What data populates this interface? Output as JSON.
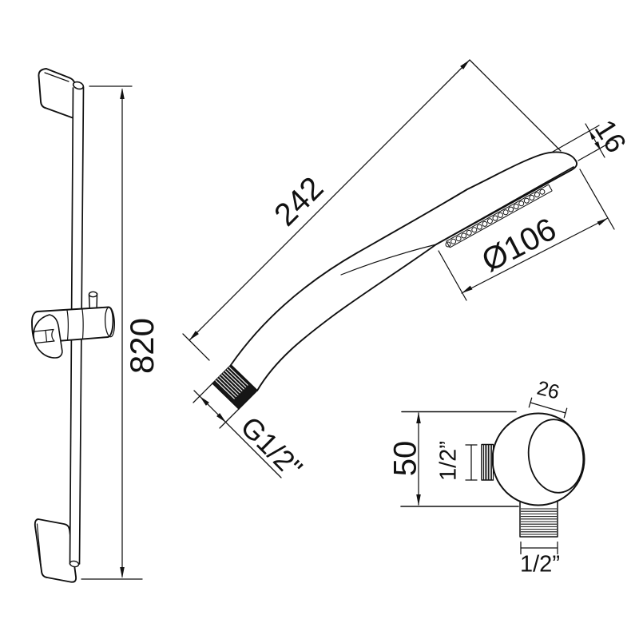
{
  "figure": {
    "background_color": "#ffffff",
    "line_color": "#111111"
  },
  "rail": {
    "height_label": "820"
  },
  "hand_shower": {
    "length_label": "242",
    "head_thickness_label": "16",
    "head_diameter_label": "Ø106",
    "thread_label": "G1/2\""
  },
  "wall_elbow": {
    "depth_label": "26",
    "height_label": "50",
    "side_thread_label": "1/2”",
    "bottom_thread_label": "1/2”"
  }
}
